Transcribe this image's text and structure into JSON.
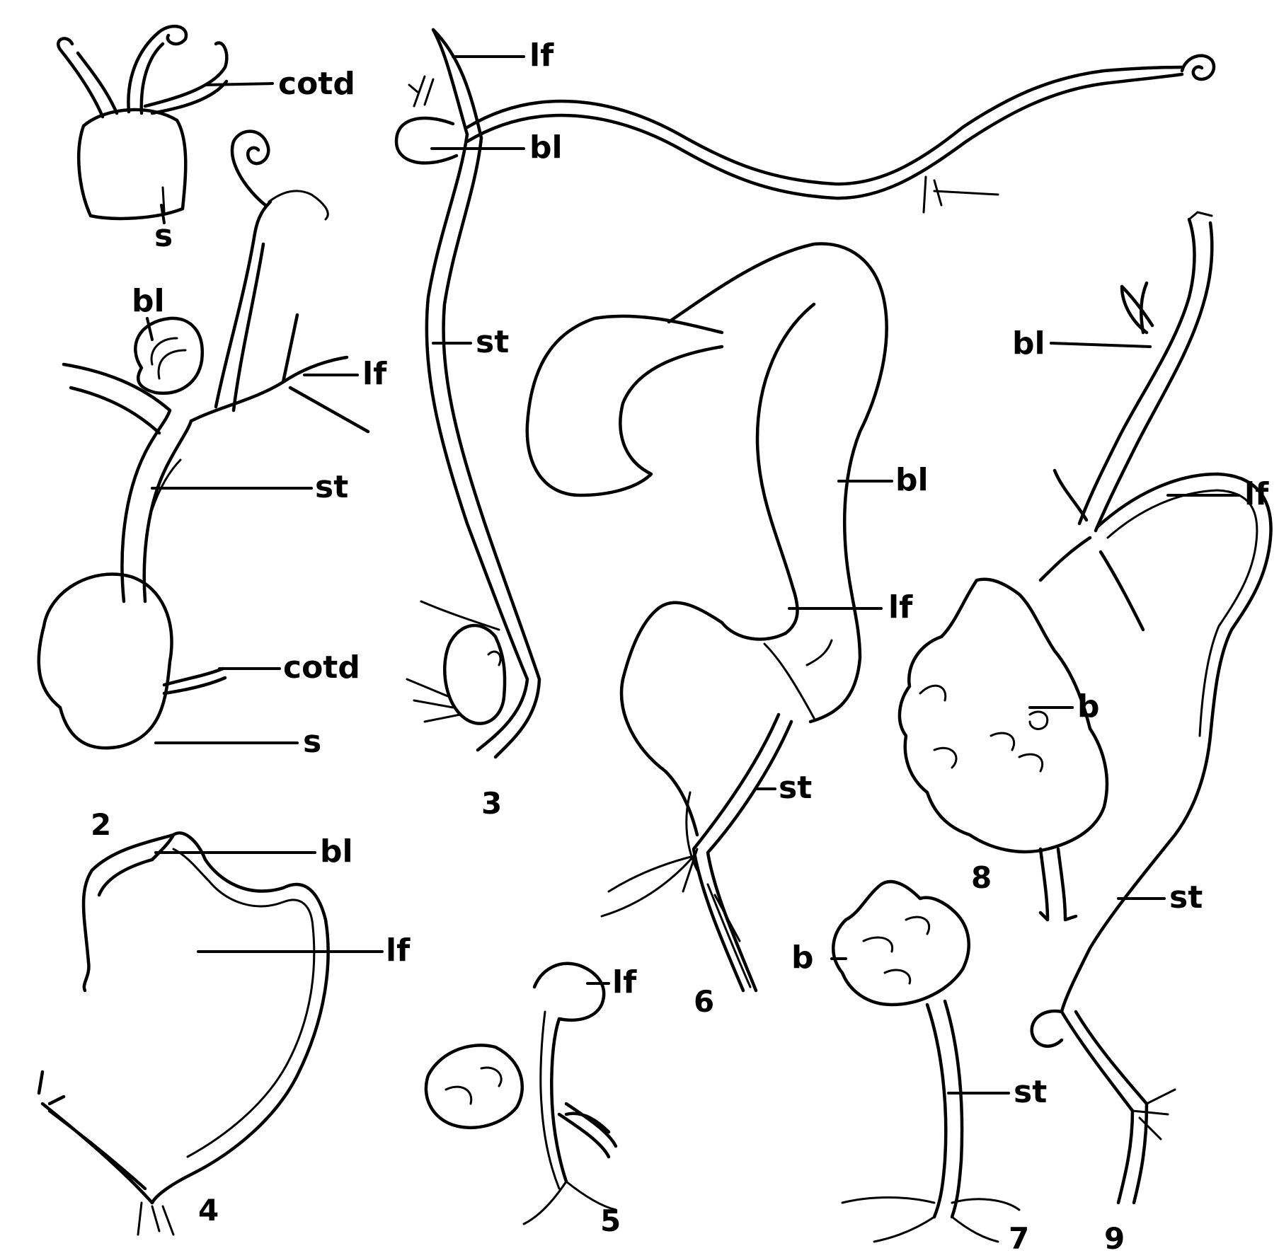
{
  "labels": {
    "cotd": "cotd",
    "s": "s",
    "bl": "bl",
    "lf": "lf",
    "st": "st",
    "b": "b"
  },
  "figure_numbers": {
    "fig2": "2",
    "fig3": "3",
    "fig4": "4",
    "fig5": "5",
    "fig6": "6",
    "fig7": "7",
    "fig8": "8",
    "fig9": "9"
  }
}
